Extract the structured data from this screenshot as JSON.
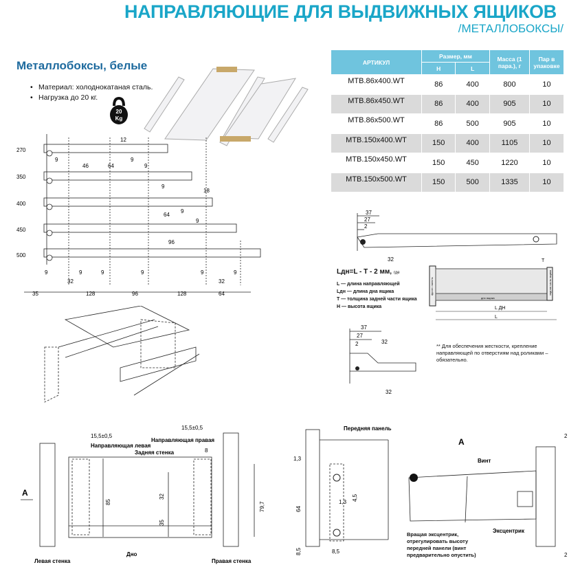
{
  "header": {
    "title": "НАПРАВЛЯЮЩИЕ ДЛЯ ВЫДВИЖНЫХ ЯЩИКОВ",
    "subtitle": "/МЕТАЛЛОБОКСЫ/"
  },
  "product": {
    "section_title": "Металлобоксы, белые",
    "bullets": [
      "Материал: холоднокатаная сталь.",
      "Нагрузка до 20 кг."
    ],
    "weight_icon_text": "20 Kg"
  },
  "table": {
    "headers": {
      "article": "АРТИКУЛ",
      "size": "Размер, мм",
      "h": "H",
      "l": "L",
      "mass": "Масса (1 пара.), г",
      "pairs": "Пар в упаковке"
    },
    "rows": [
      {
        "article": "MTB.86x400.WT",
        "h": "86",
        "l": "400",
        "mass": "800",
        "pairs": "10"
      },
      {
        "article": "MTB.86x450.WT",
        "h": "86",
        "l": "400",
        "mass": "905",
        "pairs": "10"
      },
      {
        "article": "MTB.86x500.WT",
        "h": "86",
        "l": "500",
        "mass": "905",
        "pairs": "10"
      },
      {
        "article": "MTB.150x400.WT",
        "h": "150",
        "l": "400",
        "mass": "1105",
        "pairs": "10"
      },
      {
        "article": "MTB.150x450.WT",
        "h": "150",
        "l": "450",
        "mass": "1220",
        "pairs": "10"
      },
      {
        "article": "MTB.150x500.WT",
        "h": "150",
        "l": "500",
        "mass": "1335",
        "pairs": "10"
      }
    ]
  },
  "rails_drawing": {
    "lengths": [
      "270",
      "350",
      "400",
      "450",
      "500"
    ],
    "top_dims": [
      "12",
      "9",
      "46",
      "64",
      "9",
      "9"
    ],
    "mid_dims": [
      "9",
      "18",
      "9",
      "64",
      "9",
      "96"
    ],
    "bottom_dims": [
      "9",
      "32",
      "9",
      "9",
      "9",
      "9",
      "32",
      "9"
    ],
    "base_dims": [
      "35",
      "128",
      "96",
      "128",
      "64"
    ]
  },
  "formula": {
    "main": "Lдн=L - T - 2 мм,",
    "where": "где",
    "legend": [
      "L — длина направляющей",
      "Lдн — длина дна ящика",
      "T — толщина задней части ящика",
      "H — высота ящика"
    ],
    "box_labels": {
      "front": "фронт. панель",
      "bottom": "дно ящика",
      "back": "задняя часть ящика",
      "ldn": "L ДН",
      "l": "L",
      "t": "T"
    }
  },
  "detail_dims": {
    "top": [
      "37",
      "27",
      "2",
      "32"
    ],
    "second": [
      "37",
      "27",
      "2",
      "32",
      "32"
    ]
  },
  "note": "** Для обеспечения жесткости, крепление направляющей по отверстиям над роликами – обязательно.",
  "section_view": {
    "dim_left": "15,5±0,5",
    "dim_right": "15,5±0,5",
    "dim_8": "8",
    "dim_85": "85",
    "dim_32": "32",
    "dim_35": "35",
    "dim_797": "79,7",
    "guide_left": "Направляющая левая",
    "guide_right": "Направляющая правая",
    "back_wall": "Задняя стенка",
    "bottom": "Дно",
    "left_wall": "Левая стенка",
    "right_wall": "Правая стенка",
    "view_a": "A"
  },
  "front_panel": {
    "label": "Передняя панель",
    "d13a": "1,3",
    "d13b": "1,3",
    "d45": "4,5",
    "d64": "64",
    "d85a": "8,5",
    "d85b": "8,5"
  },
  "view_a": {
    "title": "A",
    "screw": "Винт",
    "eccentric": "Эксцентрик",
    "instruction": "Вращая эксцентрик, отрегулировать высоту передней панели (винт предварительно опустить)",
    "d2a": "2",
    "d2b": "2"
  }
}
